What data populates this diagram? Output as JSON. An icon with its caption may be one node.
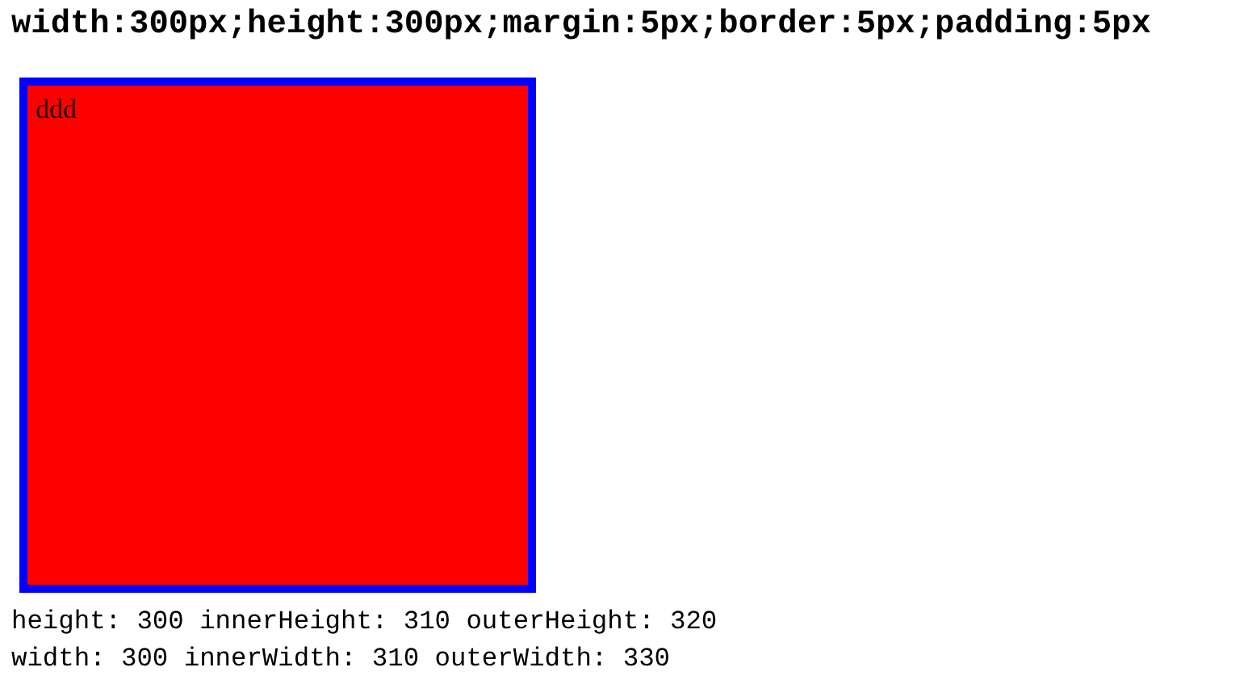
{
  "diagram": {
    "title": "width:300px;height:300px;margin:5px;border:5px;padding:5px",
    "nodes": [
      {
        "text": [
          "ddd"
        ]
      }
    ],
    "labels": [
      "height: 300 innerHeight: 310 outerHeight: 320",
      "width: 300 innerWidth: 310 outerWidth: 330"
    ]
  }
}
